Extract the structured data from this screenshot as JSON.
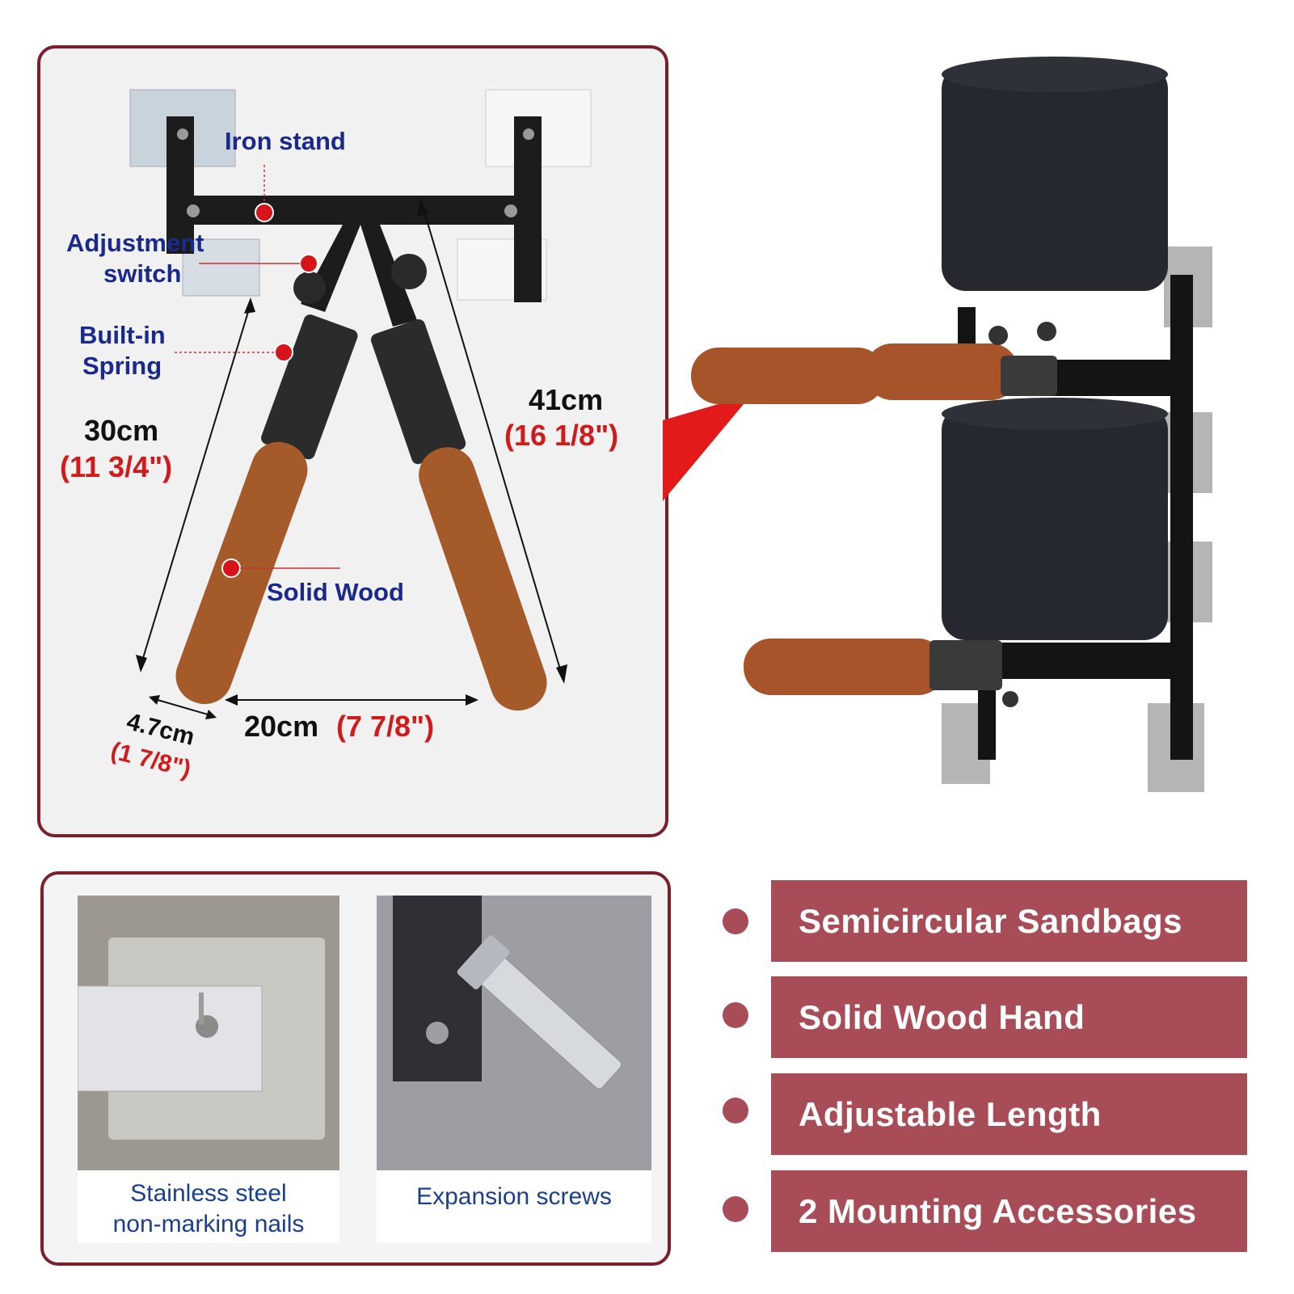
{
  "diagram": {
    "labels": {
      "iron_stand": "Iron stand",
      "adjustment_switch_line1": "Adjustment",
      "adjustment_switch_line2": "switch",
      "built_in_spring_line1": "Built-in",
      "built_in_spring_line2": "Spring",
      "solid_wood": "Solid Wood"
    },
    "dimensions": {
      "arm_length_cm": "30cm",
      "arm_length_in": "(11 3/4\")",
      "total_length_cm": "41cm",
      "total_length_in": "(16 1/8\")",
      "spacing_cm": "20cm",
      "spacing_in": "(7 7/8\")",
      "diameter_cm": "4.7cm",
      "diameter_in": "(1 7/8\")"
    }
  },
  "accessories": {
    "items": [
      {
        "caption_line1": "Stainless steel",
        "caption_line2": "non-marking nails"
      },
      {
        "caption_line1": "Expansion screws",
        "caption_line2": ""
      }
    ]
  },
  "features": [
    {
      "label": "Semicircular Sandbags"
    },
    {
      "label": "Solid Wood Hand"
    },
    {
      "label": "Adjustable Length"
    },
    {
      "label": "2 Mounting Accessories"
    }
  ],
  "colors": {
    "accent": "#a84c58",
    "panel_border": "#7a1f2b",
    "label_blue": "#1a2a8c",
    "dim_red": "#d11a1a"
  }
}
